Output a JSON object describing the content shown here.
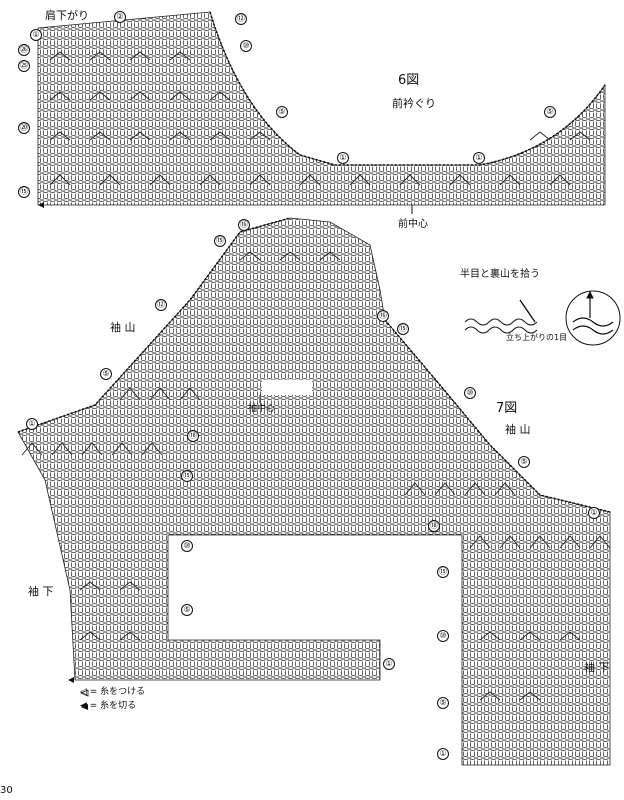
{
  "fig6": {
    "title": "6図",
    "subtitle": "前衿ぐり",
    "shoulder": "肩下がり",
    "center": "前中心"
  },
  "fig7": {
    "title": "7図",
    "sleeve_cap_left": "袖 山",
    "sleeve_cap_right": "袖 山",
    "center": "袖中心",
    "underarm_left": "袖 下",
    "underarm_right": "袖 下"
  },
  "pickup": {
    "title": "半目と裏山を拾う",
    "caption": "立ち上がりの1目"
  },
  "legend": {
    "attach": "◁ = 糸をつける",
    "cut": "◀ = 糸を切る"
  },
  "page_number": "30",
  "row_marks": {
    "r1": "①",
    "r2": "②",
    "r5": "⑤",
    "r10": "⑩",
    "r12": "⑫",
    "r15": "⑮",
    "r16": "⑯",
    "r18": "⑱",
    "r20": "⑳",
    "r25": "㉕",
    "r26": "㉖"
  }
}
